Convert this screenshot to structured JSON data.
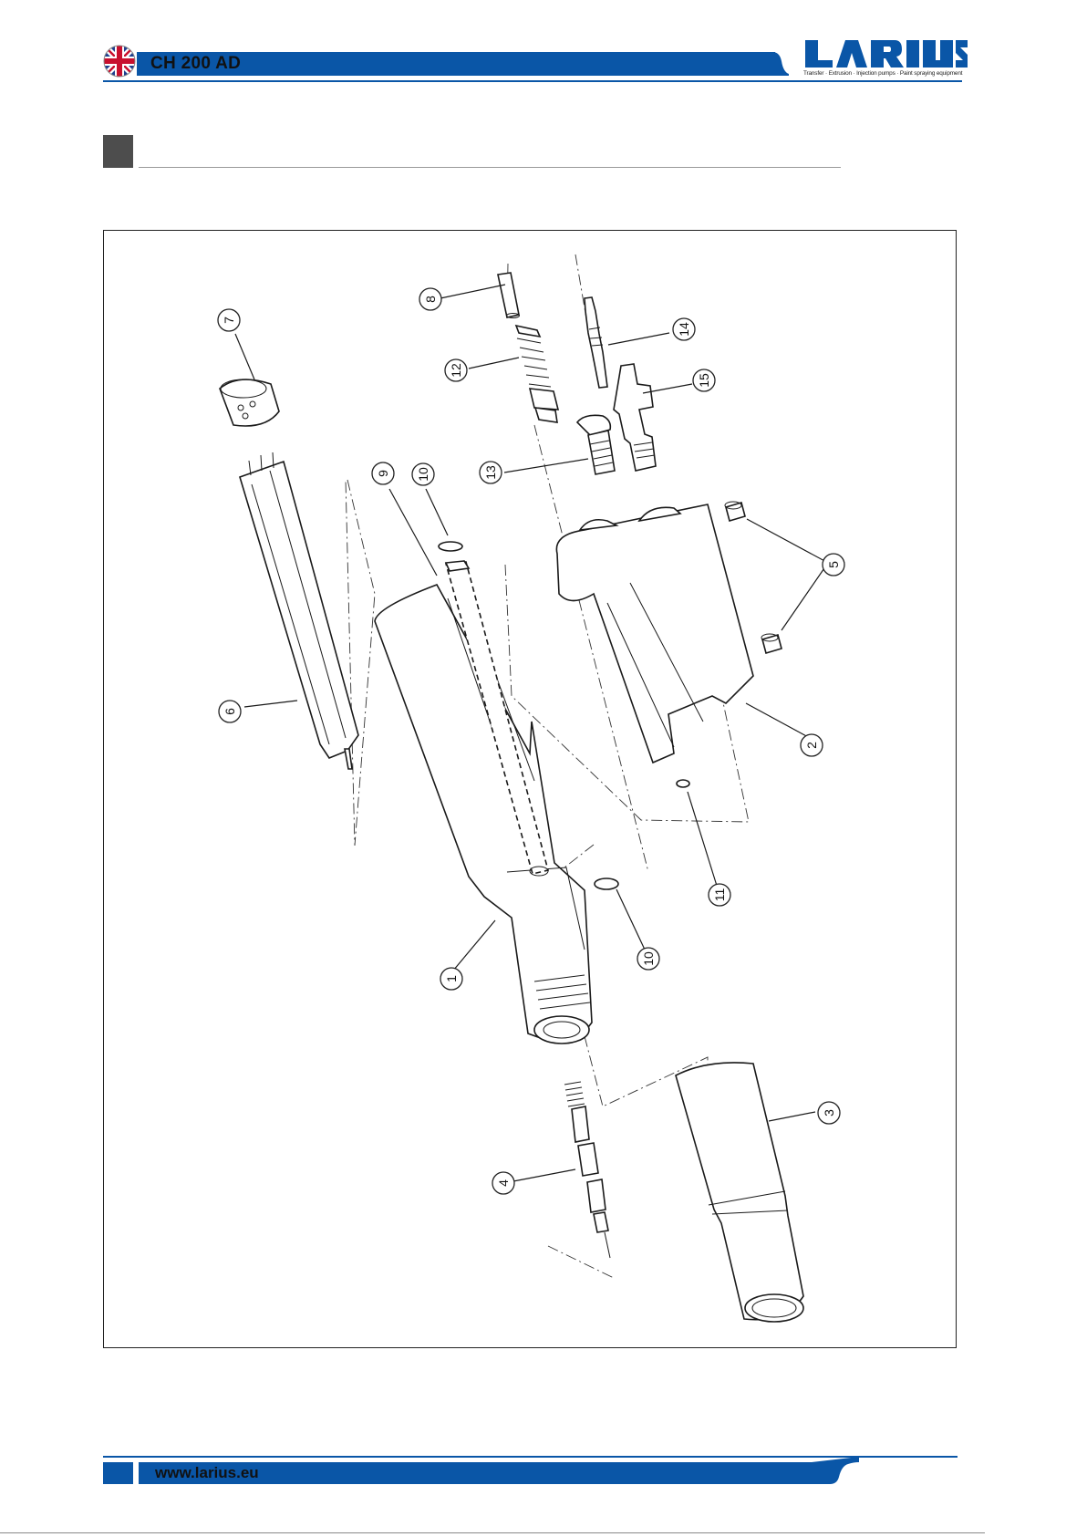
{
  "header": {
    "title": "CH 200 AD",
    "logo_text": "LARIUS",
    "registered_mark": "®",
    "tagline": "Transfer · Extrusion · Injection pumps · Paint spraying equipment"
  },
  "footer": {
    "url": "www.larius.eu"
  },
  "drawing": {
    "callouts": [
      "1",
      "2",
      "3",
      "4",
      "5",
      "6",
      "7",
      "8",
      "9",
      "10",
      "10",
      "11",
      "12",
      "13",
      "14",
      "15"
    ]
  },
  "colors": {
    "brand_blue": "#0a56a7",
    "section_box": "#4d4d4d"
  }
}
